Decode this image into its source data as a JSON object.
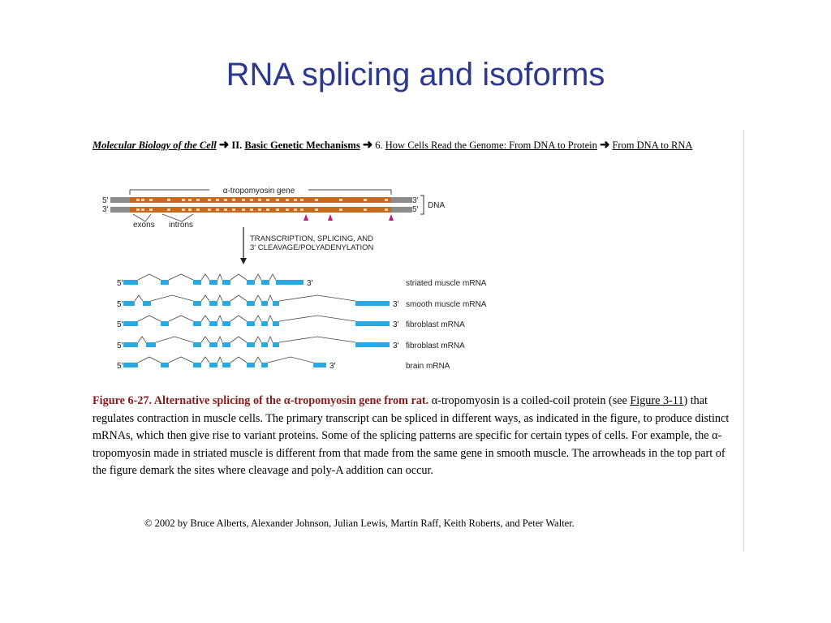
{
  "slide": {
    "title": "RNA splicing and isoforms"
  },
  "breadcrumb": {
    "book": "Molecular Biology of the Cell",
    "part_num": "II.",
    "part": "Basic Genetic Mechanisms",
    "chapter_num": "6.",
    "chapter": "How Cells Read the Genome: From DNA to Protein",
    "section": "From DNA to RNA",
    "arrow_icon": "right-arrow-icon"
  },
  "figure": {
    "gene_label": "α-tropomyosin gene",
    "strand_5": "5′",
    "strand_3": "3′",
    "dna_label": "DNA",
    "exons_label": "exons",
    "introns_label": "introns",
    "process_line1": "TRANSCRIPTION, SPLICING, AND",
    "process_line2": "3′ CLEAVAGE/POLYADENYLATION",
    "mrna_5": "5′",
    "mrna_3": "3′",
    "mrnas": [
      {
        "label": "striated muscle mRNA"
      },
      {
        "label": "smooth muscle mRNA"
      },
      {
        "label": "fibroblast mRNA"
      },
      {
        "label": "fibroblast mRNA"
      },
      {
        "label": "brain mRNA"
      }
    ],
    "colors": {
      "dna_orange": "#c8691c",
      "dna_gray": "#8c8c8c",
      "exon_blue": "#29a9e1",
      "cleavage_magenta": "#c2187a"
    }
  },
  "caption": {
    "title": "Figure 6-27. Alternative splicing of the α-tropomyosin gene from rat.",
    "text1": " α-tropomyosin is a coiled-coil protein (see ",
    "link": "Figure 3-11",
    "text2": ") that regulates contraction in muscle cells. The primary transcript can be spliced in different ways, as indicated in the figure, to produce distinct mRNAs, which then give rise to variant proteins. Some of the splicing patterns are specific for certain types of cells. For example, the α-tropomyosin made in striated muscle is different from that made from the same gene in smooth muscle. The arrowheads in the top part of the figure demark the sites where cleavage and poly-A addition can occur."
  },
  "copyright": "© 2002 by Bruce Alberts, Alexander Johnson, Julian Lewis, Martin Raff, Keith Roberts, and Peter Walter."
}
